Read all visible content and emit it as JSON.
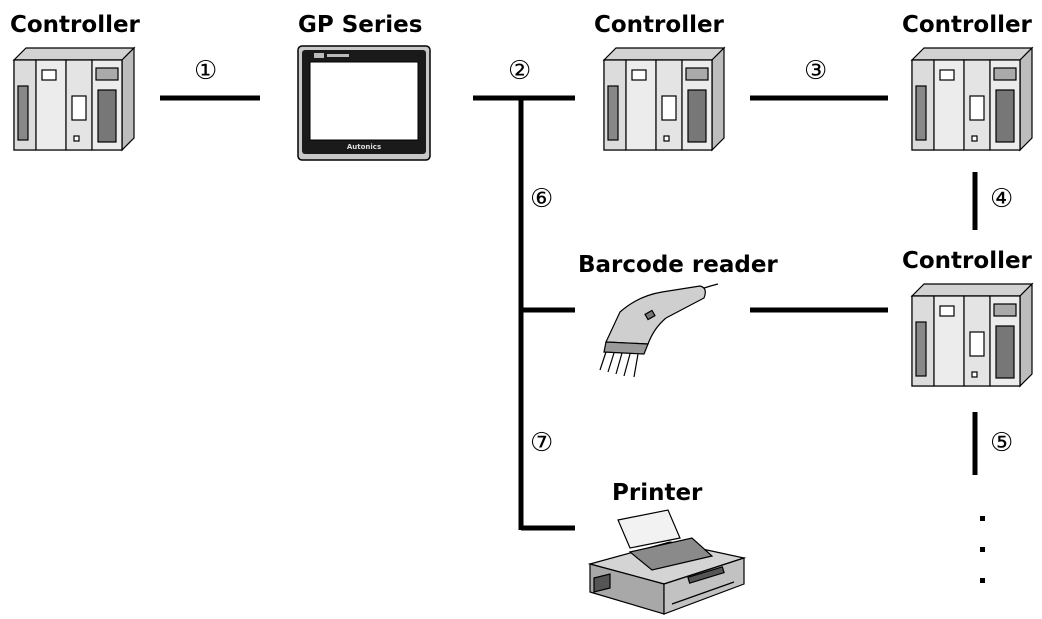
{
  "labels": {
    "controller_1": "Controller",
    "gp_series": "GP Series",
    "controller_2": "Controller",
    "controller_3": "Controller",
    "controller_4": "Controller",
    "barcode_reader": "Barcode reader",
    "printer": "Printer",
    "hmi_brand": "Autonics"
  },
  "connections": {
    "c1": "①",
    "c2": "②",
    "c3": "③",
    "c4": "④",
    "c5": "⑤",
    "c6": "⑥",
    "c7": "⑦"
  },
  "continuation": "⋮"
}
